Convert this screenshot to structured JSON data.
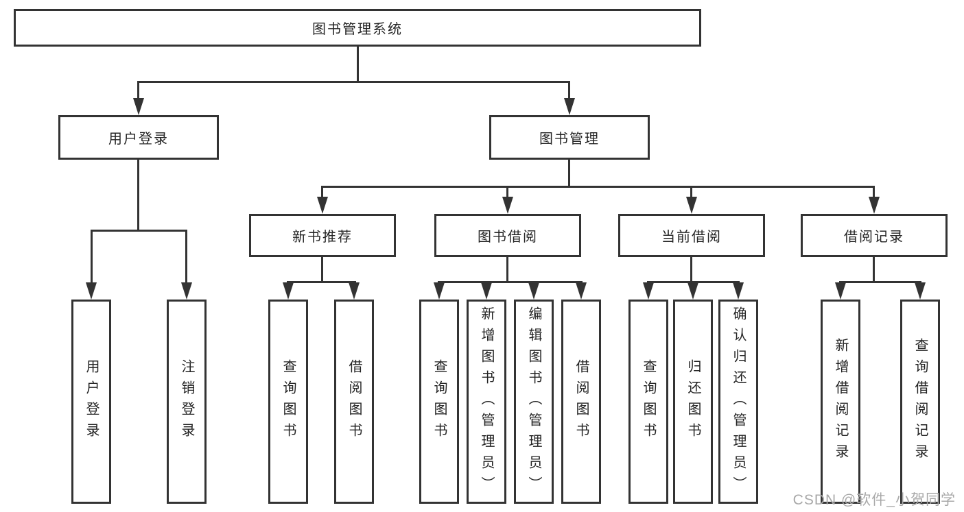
{
  "tree": {
    "root": {
      "label": "图书管理系统",
      "children": [
        {
          "label": "用户登录",
          "children": [
            {
              "label": "用户登录"
            },
            {
              "label": "注销登录"
            }
          ]
        },
        {
          "label": "图书管理",
          "children": [
            {
              "label": "新书推荐",
              "children": [
                {
                  "label": "查询图书"
                },
                {
                  "label": "借阅图书"
                }
              ]
            },
            {
              "label": "图书借阅",
              "children": [
                {
                  "label": "查询图书"
                },
                {
                  "label": "新增图书（管理员）"
                },
                {
                  "label": "编辑图书（管理员）"
                },
                {
                  "label": "借阅图书"
                }
              ]
            },
            {
              "label": "当前借阅",
              "children": [
                {
                  "label": "查询图书"
                },
                {
                  "label": "归还图书"
                },
                {
                  "label": "确认归还（管理员）"
                }
              ]
            },
            {
              "label": "借阅记录",
              "children": [
                {
                  "label": "新增借阅记录"
                },
                {
                  "label": "查询借阅记录"
                }
              ]
            }
          ]
        }
      ]
    }
  },
  "colors": {
    "line": "#333333",
    "text": "#242424",
    "background": "#ffffff",
    "watermark": "#a8a8a8"
  },
  "watermark": {
    "text": "CSDN @软件_小贺同学"
  }
}
